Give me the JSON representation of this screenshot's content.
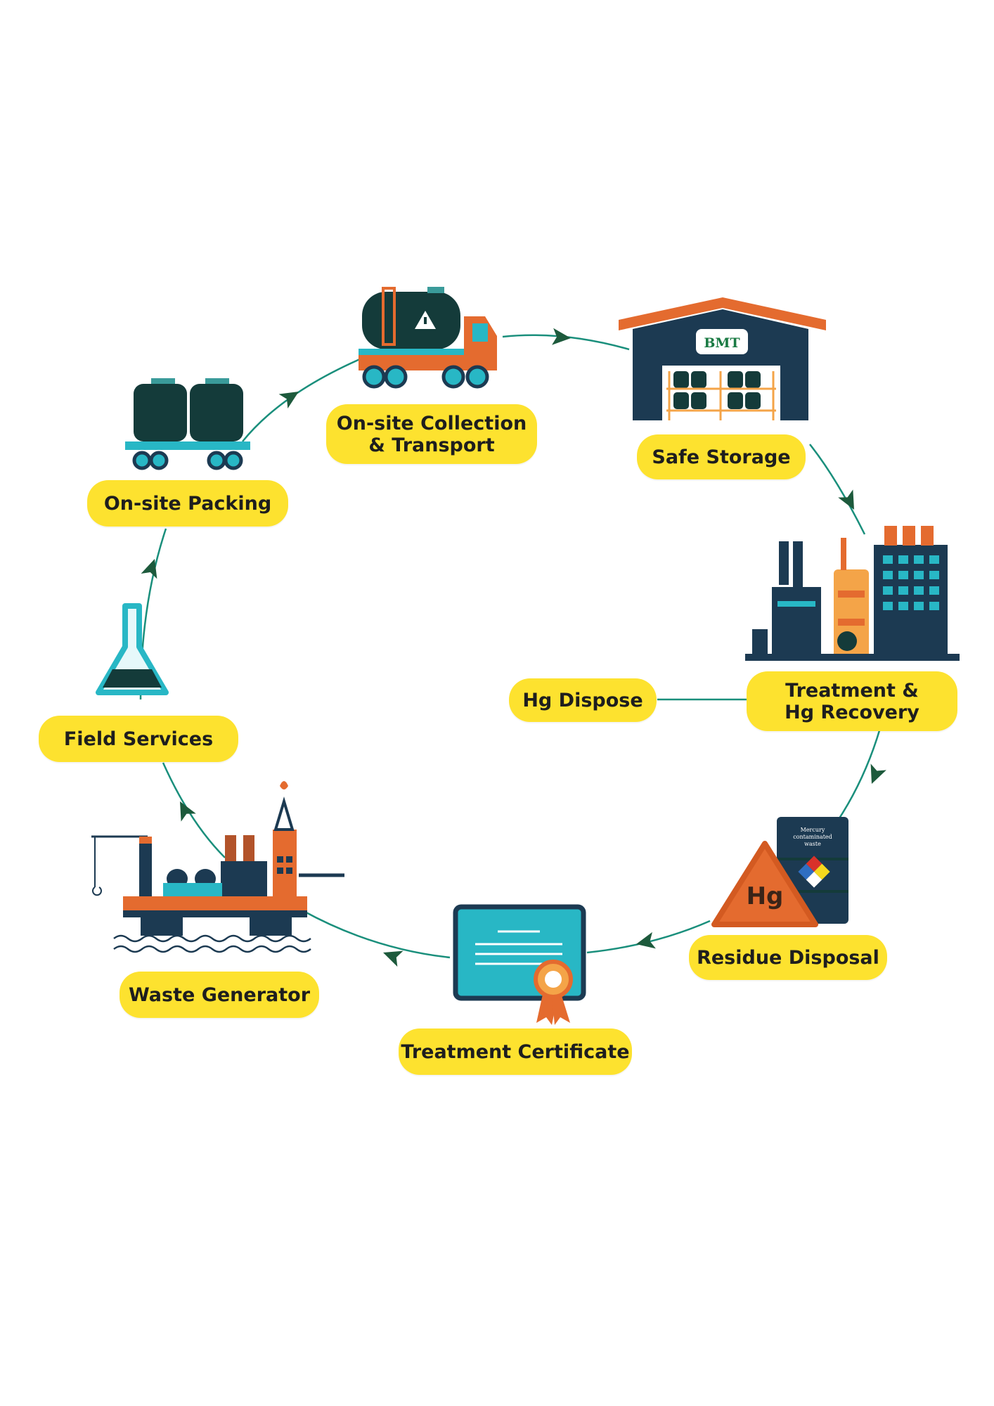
{
  "steps": {
    "onsite_collection": {
      "line1": "On-site Collection",
      "line2": "& Transport"
    },
    "safe_storage": {
      "label": "Safe Storage"
    },
    "treatment": {
      "line1": "Treatment &",
      "line2": "Hg Recovery"
    },
    "hg_dispose": {
      "label": "Hg Dispose"
    },
    "residue_disposal": {
      "label": "Residue Disposal"
    },
    "treatment_certificate": {
      "label": "Treatment Certificate"
    },
    "waste_generator": {
      "label": "Waste Generator"
    },
    "field_services": {
      "label": "Field Services"
    },
    "onsite_packing": {
      "label": "On-site Packing"
    }
  },
  "icons": {
    "warehouse_sign": "BMT",
    "hazard_symbol": "Hg",
    "drum_label": [
      "Mercury",
      "contaminated",
      "waste"
    ]
  },
  "colors": {
    "label_fill": "#fde22f",
    "flow_line": "#1a8f7c",
    "arrow": "#1d5a3c",
    "navy": "#1c3a52",
    "dark_teal": "#143b3a",
    "orange": "#e46b2f",
    "light_orange": "#f4a448",
    "cyan": "#28b7c5"
  }
}
